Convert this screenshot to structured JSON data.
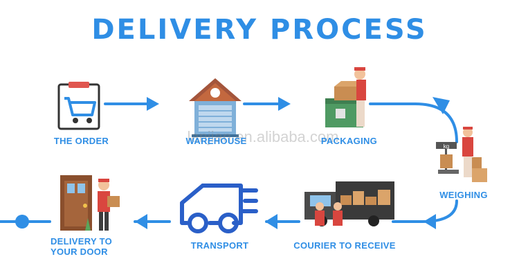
{
  "title": "DELIVERY PROCESS",
  "watermark": "lanjian.en.alibaba.com",
  "steps": [
    {
      "label": "THE ORDER",
      "icon": "order-clipboard-cart-icon"
    },
    {
      "label": "WAREHOUSE",
      "icon": "warehouse-icon"
    },
    {
      "label": "PACKAGING",
      "icon": "packaging-worker-icon"
    },
    {
      "label": "WEIGHING",
      "icon": "weighing-scale-icon"
    },
    {
      "label": "COURIER TO RECEIVE",
      "icon": "courier-truck-icon"
    },
    {
      "label": "TRANSPORT",
      "icon": "transport-truck-icon"
    },
    {
      "label": "DELIVERY TO",
      "label2": "YOUR DOOR",
      "icon": "door-delivery-icon"
    }
  ],
  "colors": {
    "accent": "#2f8ee5",
    "orange": "#e8833a",
    "red": "#d9463f",
    "brown": "#a5744b"
  }
}
